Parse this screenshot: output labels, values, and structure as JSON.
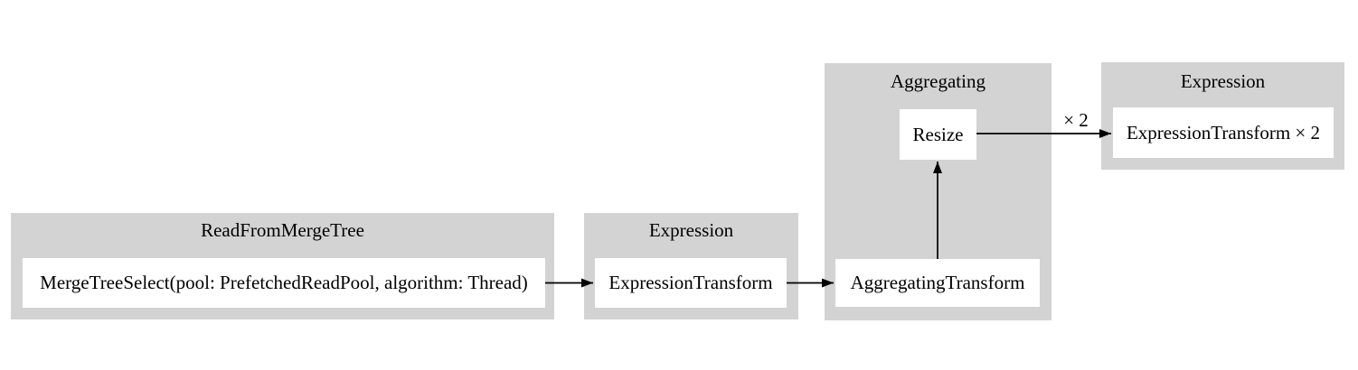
{
  "diagram": {
    "type": "pipeline-graph",
    "colors": {
      "cluster_fill": "#d3d3d3",
      "node_fill": "#ffffff",
      "text": "#000000",
      "edge": "#000000"
    },
    "clusters": [
      {
        "id": "readfrommergetree",
        "label": "ReadFromMergeTree",
        "nodes": [
          {
            "id": "mergetreeselect",
            "label": "MergeTreeSelect(pool: PrefetchedReadPool, algorithm: Thread)"
          }
        ]
      },
      {
        "id": "expression-1",
        "label": "Expression",
        "nodes": [
          {
            "id": "expressiontransform",
            "label": "ExpressionTransform"
          }
        ]
      },
      {
        "id": "aggregating",
        "label": "Aggregating",
        "nodes": [
          {
            "id": "resize",
            "label": "Resize"
          },
          {
            "id": "aggregatingtransform",
            "label": "AggregatingTransform"
          }
        ]
      },
      {
        "id": "expression-2",
        "label": "Expression",
        "nodes": [
          {
            "id": "expressiontransform-x2",
            "label": "ExpressionTransform × 2"
          }
        ]
      }
    ],
    "edges": [
      {
        "from": "mergetreeselect",
        "to": "expressiontransform",
        "label": ""
      },
      {
        "from": "expressiontransform",
        "to": "aggregatingtransform",
        "label": ""
      },
      {
        "from": "aggregatingtransform",
        "to": "resize",
        "label": ""
      },
      {
        "from": "resize",
        "to": "expressiontransform-x2",
        "label": "× 2"
      }
    ]
  }
}
